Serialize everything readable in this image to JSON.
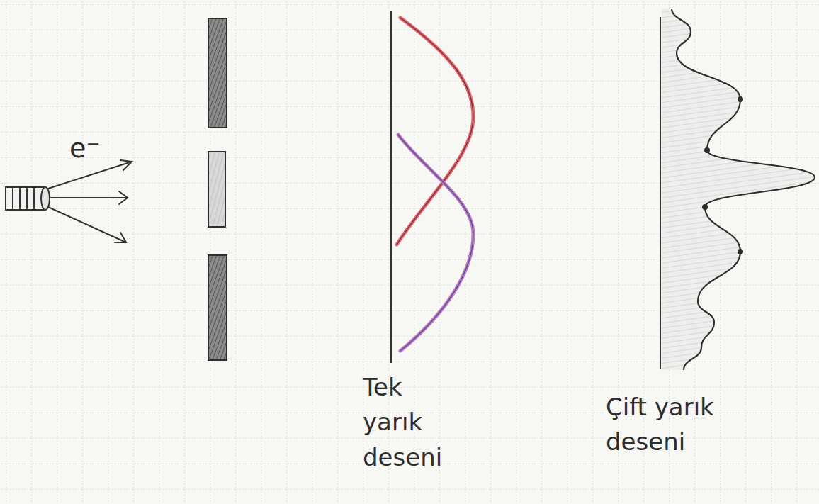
{
  "diagram": {
    "labels": [
      "e⁻",
      "Tek yarık deseni",
      "Çift yarık deseni"
    ]
  }
}
